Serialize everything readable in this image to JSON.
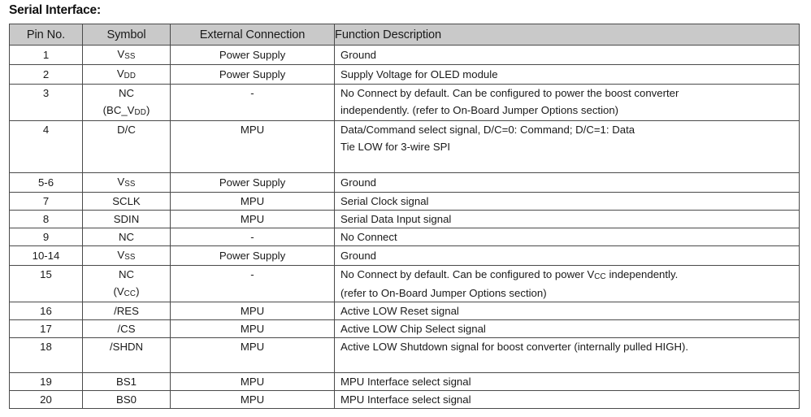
{
  "section": {
    "title": "Serial Interface:"
  },
  "table": {
    "columns": [
      {
        "key": "pin",
        "label": "Pin No.",
        "align": "center"
      },
      {
        "key": "sym",
        "label": "Symbol",
        "align": "center"
      },
      {
        "key": "ext",
        "label": "External Connection",
        "align": "center"
      },
      {
        "key": "desc",
        "label": "Function Description",
        "align": "left"
      }
    ],
    "header_bg": "#c9c9c9",
    "border_color": "#4a4a4a",
    "rows": [
      {
        "pin": "1",
        "symbol": "Vss",
        "symbol_base": "V",
        "symbol_sub": "SS",
        "external": "Power Supply",
        "description": "Ground",
        "description_line2": "",
        "height": 1
      },
      {
        "pin": "2",
        "symbol": "VDD",
        "symbol_base": "V",
        "symbol_sub": "DD",
        "external": "Power Supply",
        "description": "Supply Voltage for OLED module",
        "description_line2": "",
        "height": 1
      },
      {
        "pin": "3",
        "symbol": "NC",
        "symbol_base": "",
        "symbol_sub": "",
        "symbol_line2_base": "(BC_V",
        "symbol_line2_sub": "DD",
        "symbol_line2_tail": ")",
        "external": "-",
        "description": "No Connect by default.  Can be configured to power the boost converter",
        "description_line2": "independently. (refer to On-Board Jumper Options section)",
        "height": 2
      },
      {
        "pin": "4",
        "symbol": "D/C",
        "symbol_base": "",
        "symbol_sub": "",
        "external": "MPU",
        "description": "Data/Command select signal, D/C=0: Command; D/C=1: Data",
        "description_line2": "Tie LOW for 3-wire SPI",
        "height": 3
      },
      {
        "pin": "5-6",
        "symbol": "Vss",
        "symbol_base": "V",
        "symbol_sub": "SS",
        "external": "Power Supply",
        "description": "Ground",
        "description_line2": "",
        "height": 1
      },
      {
        "pin": "7",
        "symbol": "SCLK",
        "symbol_base": "",
        "symbol_sub": "",
        "external": "MPU",
        "description": "Serial Clock signal",
        "description_line2": "",
        "height": 1
      },
      {
        "pin": "8",
        "symbol": "SDIN",
        "symbol_base": "",
        "symbol_sub": "",
        "external": "MPU",
        "description": "Serial Data Input signal",
        "description_line2": "",
        "height": 1
      },
      {
        "pin": "9",
        "symbol": "NC",
        "symbol_base": "",
        "symbol_sub": "",
        "external": "-",
        "description": "No Connect",
        "description_line2": "",
        "height": 1
      },
      {
        "pin": "10-14",
        "symbol": "Vss",
        "symbol_base": "V",
        "symbol_sub": "SS",
        "external": "Power Supply",
        "description": "Ground",
        "description_line2": "",
        "height": 1
      },
      {
        "pin": "15",
        "symbol": "NC",
        "symbol_base": "",
        "symbol_sub": "",
        "symbol_line2_base": "(V",
        "symbol_line2_sub": "CC",
        "symbol_line2_tail": ")",
        "external": "-",
        "description": "No Connect by default. Can be configured to power Vcc independently.",
        "description_pre": "No Connect by default. Can be configured to power V",
        "description_sub": "CC",
        "description_post": " independently.",
        "description_line2": "(refer to On-Board Jumper Options section)",
        "height": 2
      },
      {
        "pin": "16",
        "symbol": "/RES",
        "symbol_base": "",
        "symbol_sub": "",
        "external": "MPU",
        "description": "Active LOW Reset signal",
        "description_line2": "",
        "height": 1
      },
      {
        "pin": "17",
        "symbol": "/CS",
        "symbol_base": "",
        "symbol_sub": "",
        "external": "MPU",
        "description": "Active LOW Chip Select signal",
        "description_line2": "",
        "height": 1
      },
      {
        "pin": "18",
        "symbol": "/SHDN",
        "symbol_base": "",
        "symbol_sub": "",
        "external": "MPU",
        "description": "Active LOW Shutdown signal for boost converter (internally pulled HIGH).",
        "description_line2": "",
        "height": 2
      },
      {
        "pin": "19",
        "symbol": "BS1",
        "symbol_base": "",
        "symbol_sub": "",
        "external": "MPU",
        "description": "MPU Interface select signal",
        "description_line2": "",
        "height": 1
      },
      {
        "pin": "20",
        "symbol": "BS0",
        "symbol_base": "",
        "symbol_sub": "",
        "external": "MPU",
        "description": "MPU Interface select signal",
        "description_line2": "",
        "height": 1
      }
    ]
  }
}
